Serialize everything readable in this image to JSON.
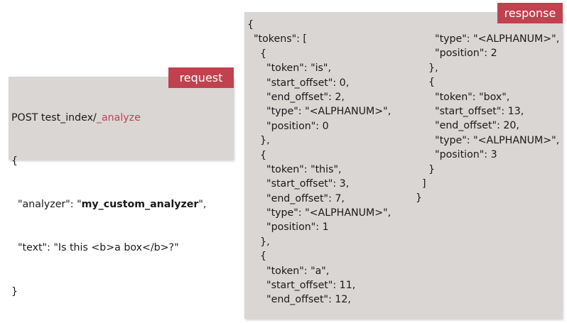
{
  "request": {
    "tag": "request",
    "method_path": "POST test_index/",
    "endpoint": "_analyze",
    "open_brace": "{",
    "analyzer_key": "  \"analyzer\": \"",
    "analyzer_value": "my_custom_analyzer",
    "analyzer_end": "\",",
    "text_line": "  \"text\": \"Is this <b>a box</b>?\"",
    "close_brace": "}"
  },
  "response": {
    "tag": "response",
    "left_lines": [
      "{",
      "  \"tokens\": [",
      "    {",
      "      \"token\": \"is\",",
      "      \"start_offset\": 0,",
      "      \"end_offset\": 2,",
      "      \"type\": \"<ALPHANUM>\",",
      "      \"position\": 0",
      "    },",
      "    {",
      "      \"token\": \"this\",",
      "      \"start_offset\": 3,",
      "      \"end_offset\": 7,",
      "      \"type\": \"<ALPHANUM>\",",
      "      \"position\": 1",
      "    },",
      "    {",
      "      \"token\": \"a\",",
      "      \"start_offset\": 11,",
      "      \"end_offset\": 12,"
    ],
    "right_lines": [
      "      \"type\": \"<ALPHANUM>\",",
      "      \"position\": 2",
      "    },",
      "    {",
      "      \"token\": \"box\",",
      "      \"start_offset\": 13,",
      "      \"end_offset\": 20,",
      "      \"type\": \"<ALPHANUM>\",",
      "      \"position\": 3",
      "    }",
      "  ]",
      "}"
    ]
  }
}
